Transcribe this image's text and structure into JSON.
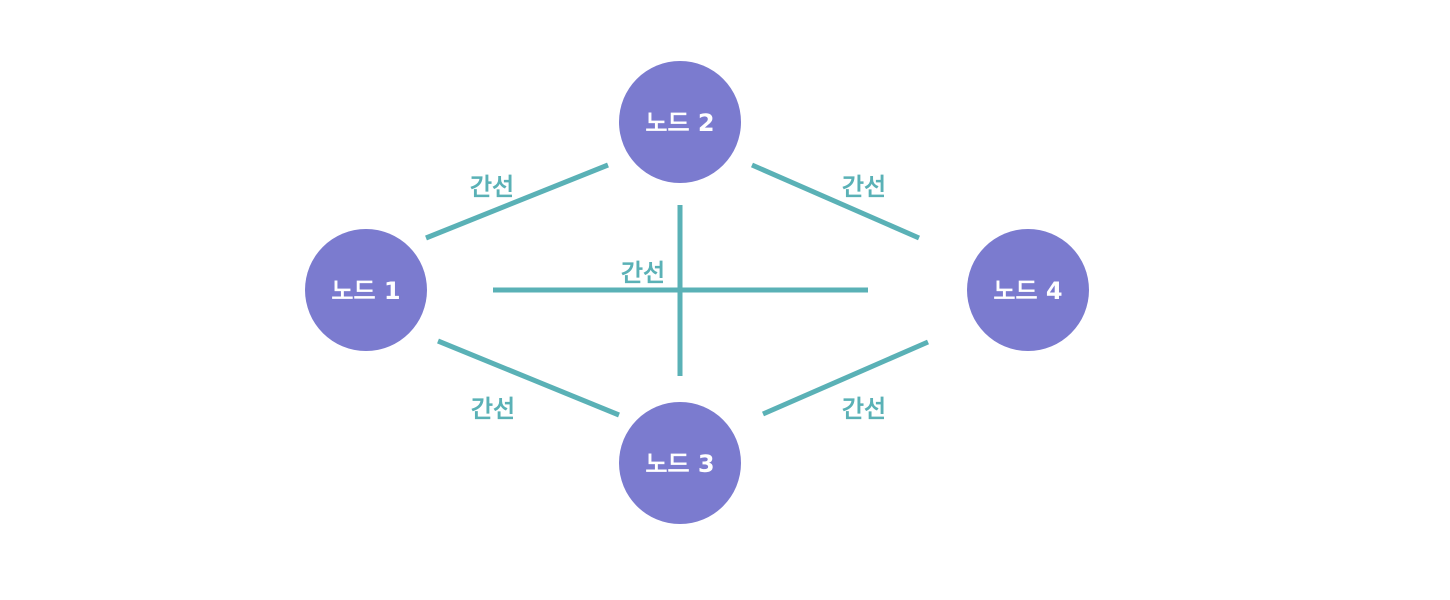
{
  "colors": {
    "node_fill": "#7b7bcf",
    "node_text": "#ffffff",
    "edge": "#5ab1b6",
    "edge_label": "#5ab1b6",
    "background": "#ffffff"
  },
  "nodes": [
    {
      "id": "n1",
      "label": "노드 1"
    },
    {
      "id": "n2",
      "label": "노드 2"
    },
    {
      "id": "n3",
      "label": "노드 3"
    },
    {
      "id": "n4",
      "label": "노드 4"
    }
  ],
  "edges": [
    {
      "from": "n1",
      "to": "n2",
      "label": "간선"
    },
    {
      "from": "n2",
      "to": "n4",
      "label": "간선"
    },
    {
      "from": "n1",
      "to": "n3",
      "label": "간선"
    },
    {
      "from": "n3",
      "to": "n4",
      "label": "간선"
    },
    {
      "from": "n1",
      "to": "n4",
      "label": "간선"
    },
    {
      "from": "n2",
      "to": "n3",
      "label": ""
    }
  ]
}
